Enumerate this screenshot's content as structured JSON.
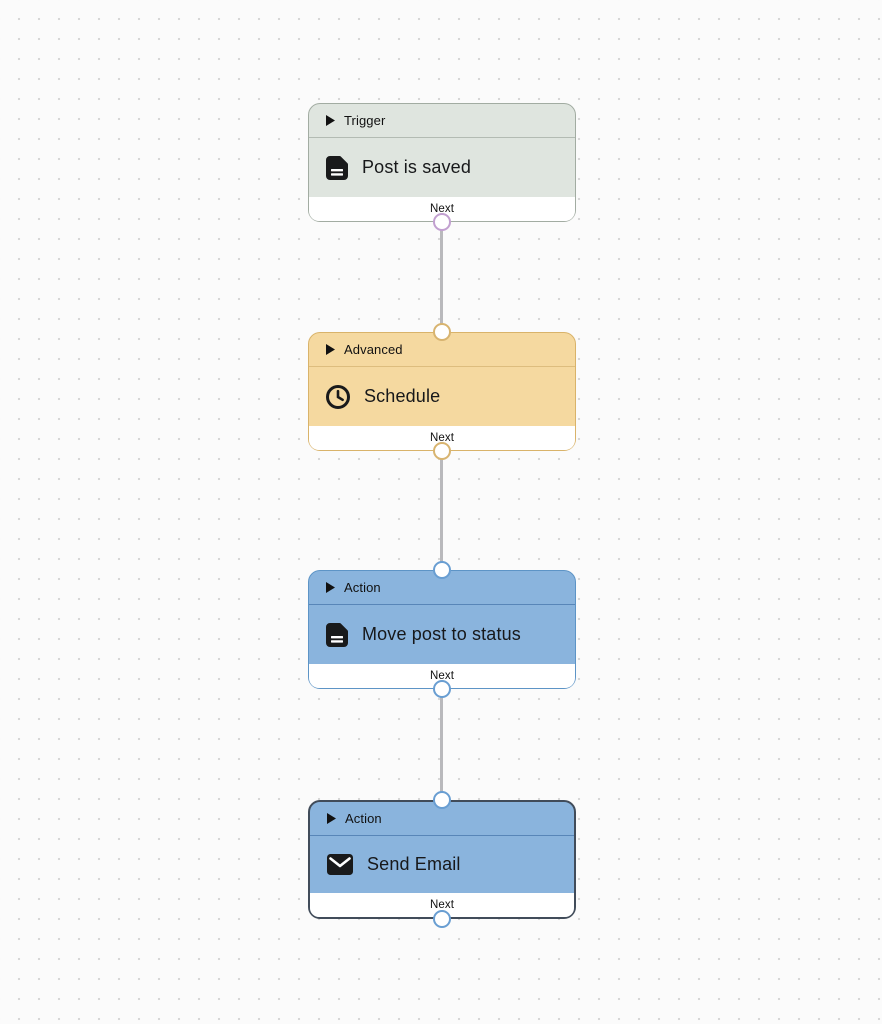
{
  "canvas": {
    "background_color": "#fbfbfb",
    "dot_color": "#d7d7d7",
    "connector_color": "#b9b9bc"
  },
  "nodes": [
    {
      "category": "Trigger",
      "title": "Post is saved",
      "footer_label": "Next",
      "icon": "document-icon",
      "header_icon": "play-icon",
      "selected": false,
      "colors": {
        "body": "#dfe5df",
        "border": "#a2aca2",
        "divider": "#b3bbb3",
        "output_port": "#c2a0d0"
      },
      "ports": {
        "input": false,
        "output": true
      }
    },
    {
      "category": "Advanced",
      "title": "Schedule",
      "footer_label": "Next",
      "icon": "clock-icon",
      "header_icon": "play-icon",
      "selected": false,
      "colors": {
        "body": "#f5d9a0",
        "border": "#d9b36a",
        "divider": "#ddbd7e",
        "input_port": "#d8b470",
        "output_port": "#d8b470"
      },
      "ports": {
        "input": true,
        "output": true
      }
    },
    {
      "category": "Action",
      "title": "Move post to status",
      "footer_label": "Next",
      "icon": "document-icon",
      "header_icon": "play-icon",
      "selected": false,
      "colors": {
        "body": "#8ab4dd",
        "border": "#5d94c6",
        "divider": "#5886b8",
        "input_port": "#699ed2",
        "output_port": "#699ed2"
      },
      "ports": {
        "input": true,
        "output": true
      }
    },
    {
      "category": "Action",
      "title": "Send Email",
      "footer_label": "Next",
      "icon": "envelope-icon",
      "header_icon": "play-icon",
      "selected": true,
      "colors": {
        "body": "#8ab4dd",
        "border": "#414c5a",
        "divider": "#5886b8",
        "input_port": "#699ed2",
        "output_port": "#699ed2"
      },
      "ports": {
        "input": true,
        "output": true
      }
    }
  ]
}
